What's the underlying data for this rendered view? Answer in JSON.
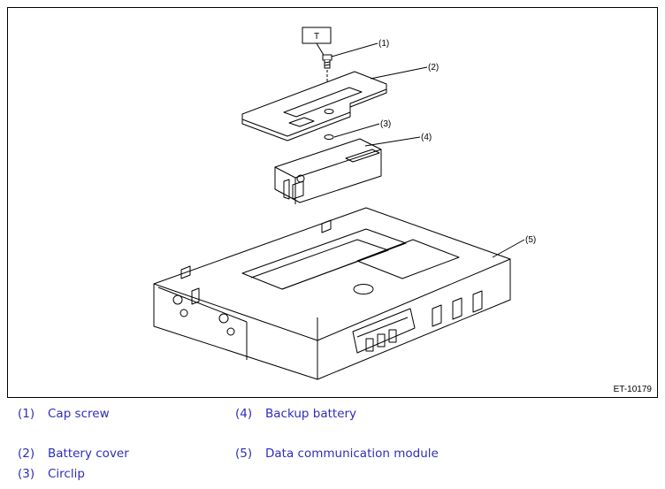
{
  "figure": {
    "code": "ET-10179",
    "torque_tag": "T",
    "callouts": [
      "(1)",
      "(2)",
      "(3)",
      "(4)",
      "(5)"
    ]
  },
  "legend": [
    {
      "num": "(1)",
      "label": "Cap screw"
    },
    {
      "num": "(2)",
      "label": "Battery cover"
    },
    {
      "num": "(3)",
      "label": "Circlip"
    },
    {
      "num": "(4)",
      "label": "Backup battery"
    },
    {
      "num": "(5)",
      "label": "Data communication module"
    }
  ]
}
